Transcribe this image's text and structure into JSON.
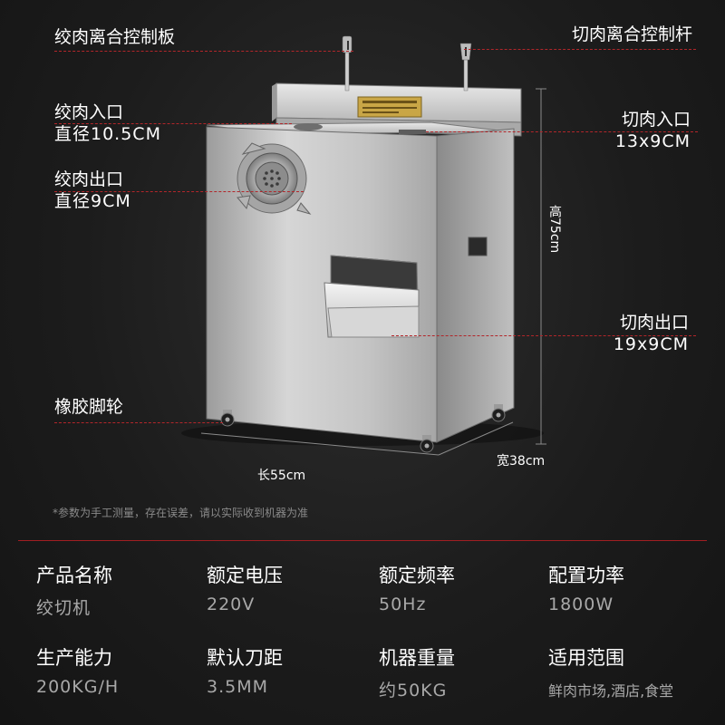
{
  "callouts": {
    "grinder_clutch_panel": "绞肉离合控制板",
    "slicer_clutch_lever": "切肉离合控制杆",
    "grinder_inlet": {
      "title": "绞肉入口",
      "size": "直径10.5CM"
    },
    "grinder_outlet": {
      "title": "绞肉出口",
      "size": "直径9CM"
    },
    "slicer_inlet": {
      "title": "切肉入口",
      "size": "13x9CM"
    },
    "slicer_outlet": {
      "title": "切肉出口",
      "size": "19x9CM"
    },
    "casters": "橡胶脚轮"
  },
  "dimensions": {
    "height": "高75cm",
    "length": "长55cm",
    "width": "宽38cm"
  },
  "note": "*参数为手工测量，存在误差，请以实际收到机器为准",
  "specs": [
    {
      "label": "产品名称",
      "value": "绞切机"
    },
    {
      "label": "额定电压",
      "value": "220V"
    },
    {
      "label": "额定频率",
      "value": "50Hz"
    },
    {
      "label": "配置功率",
      "value": "1800W"
    },
    {
      "label": "生产能力",
      "value": "200KG/H"
    },
    {
      "label": "默认刀距",
      "value": "3.5MM"
    },
    {
      "label": "机器重量",
      "value": "约50KG"
    },
    {
      "label": "适用范围",
      "value": "鲜肉市场,酒店,食堂"
    }
  ],
  "colors": {
    "background": "#1b1b1b",
    "accent_red": "#b2262a",
    "text_primary": "#ffffff",
    "text_muted": "#a8a8a8"
  }
}
